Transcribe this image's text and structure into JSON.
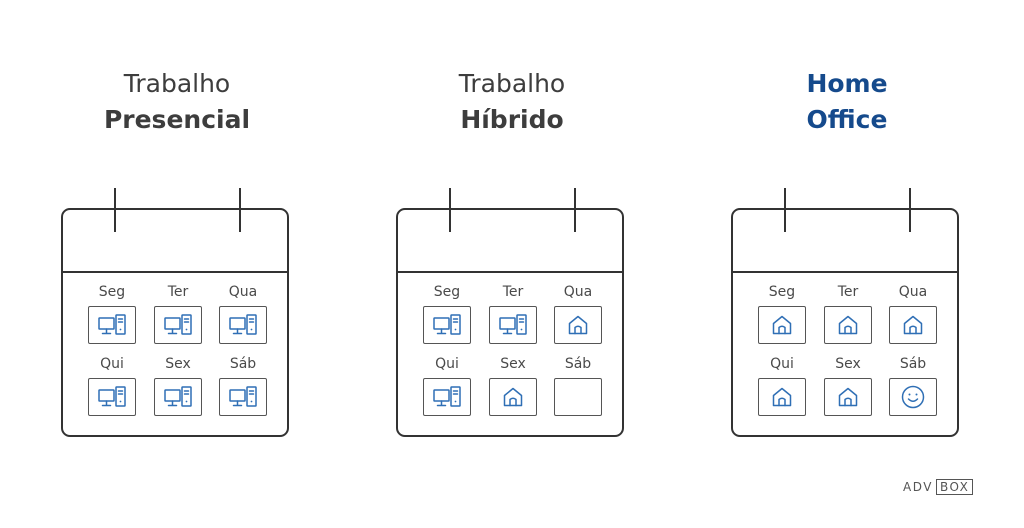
{
  "columns": [
    {
      "title_line1": "Trabalho",
      "title_line2": "Presencial",
      "days": [
        {
          "label": "Seg",
          "icon": "computer-icon"
        },
        {
          "label": "Ter",
          "icon": "computer-icon"
        },
        {
          "label": "Qua",
          "icon": "computer-icon"
        },
        {
          "label": "Qui",
          "icon": "computer-icon"
        },
        {
          "label": "Sex",
          "icon": "computer-icon"
        },
        {
          "label": "Sáb",
          "icon": "computer-icon"
        }
      ]
    },
    {
      "title_line1": "Trabalho",
      "title_line2": "Híbrido",
      "days": [
        {
          "label": "Seg",
          "icon": "computer-icon"
        },
        {
          "label": "Ter",
          "icon": "computer-icon"
        },
        {
          "label": "Qua",
          "icon": "house-icon"
        },
        {
          "label": "Qui",
          "icon": "computer-icon"
        },
        {
          "label": "Sex",
          "icon": "house-icon"
        },
        {
          "label": "Sáb",
          "icon": "none"
        }
      ]
    },
    {
      "title_line1": "Home",
      "title_line2": "Office",
      "days": [
        {
          "label": "Seg",
          "icon": "house-icon"
        },
        {
          "label": "Ter",
          "icon": "house-icon"
        },
        {
          "label": "Qua",
          "icon": "house-icon"
        },
        {
          "label": "Qui",
          "icon": "house-icon"
        },
        {
          "label": "Sex",
          "icon": "house-icon"
        },
        {
          "label": "Sáb",
          "icon": "smiley-icon"
        }
      ]
    }
  ],
  "colors": {
    "icon": "#2f6fb5",
    "accent_title": "#154a8c",
    "text": "#3d3d3d"
  },
  "logo": {
    "part1": "ADV",
    "part2": "BOX"
  }
}
